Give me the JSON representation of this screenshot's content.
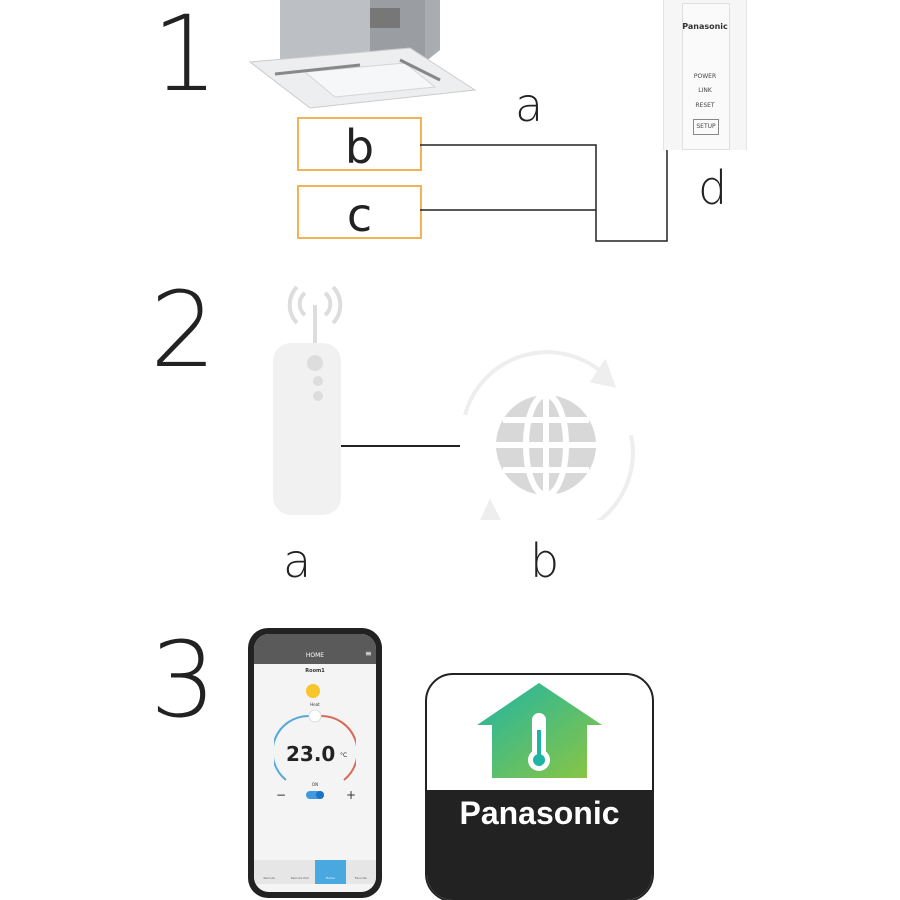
{
  "steps": [
    "1",
    "2",
    "3"
  ],
  "step1": {
    "label_a": "a",
    "label_b": "b",
    "label_c": "c",
    "label_d": "d",
    "adapter": {
      "brand": "Panasonic",
      "power": "POWER",
      "link": "LINK",
      "reset": "RESET",
      "setup": "SETUP"
    }
  },
  "step2": {
    "label_a": "a",
    "label_b": "b"
  },
  "step3": {
    "phone": {
      "header": "HOME",
      "room": "Room1",
      "mode": "Heat",
      "temperature": "23.0",
      "unit": "°C",
      "power_state": "ON",
      "minus": "−",
      "plus": "+",
      "nav": [
        "Remote",
        "Remote Pad",
        "Home",
        "Favorite"
      ]
    },
    "app_icon": {
      "brand": "Panasonic"
    }
  },
  "colors": {
    "box_border": "#f0b357",
    "icon_bg": "#222222",
    "active_tab": "#4aa8e0"
  }
}
